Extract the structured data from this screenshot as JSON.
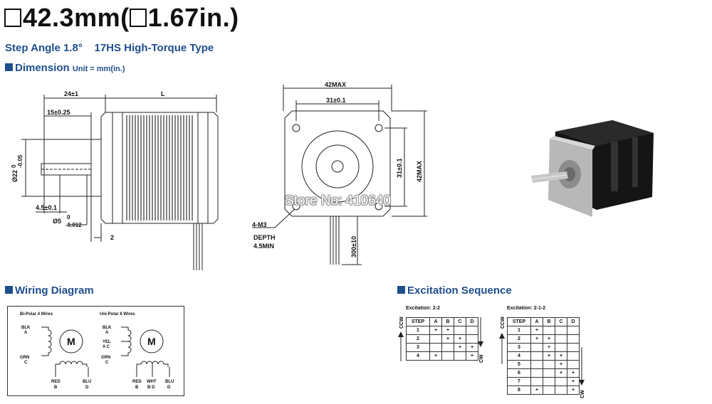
{
  "header": {
    "title": "42.3mm(",
    "title_mid": "1.67in.)",
    "subtitle": "Step Angle 1.8°    17HS High-Torque Type"
  },
  "dimension": {
    "heading": "Dimension",
    "unit": "Unit = mm(in.)",
    "side": {
      "dim_top": "24±1",
      "dim_L": "L",
      "dim_15": "15±0.25",
      "dim_dia22": "Ø22",
      "dim_dia22_tol_upper": "0",
      "dim_dia22_tol_lower": "-0.05",
      "dim_45": "4.5±0.1",
      "dim_dia5": "Ø5",
      "dim_dia5_tol_upper": "0",
      "dim_dia5_tol_lower": "-0.012",
      "dim_2": "2"
    },
    "front": {
      "dim_42max_top": "42MAX",
      "dim_31_top": "31±0.1",
      "dim_31_side": "31±0.1",
      "dim_42max_side": "42MAX",
      "hole_label_1": "4-M3",
      "hole_label_2": "DEPTH",
      "hole_label_3": "4.5MIN",
      "lead_length": "300±10"
    }
  },
  "watermark": "Store No: 410640",
  "wiring": {
    "heading": "Wiring Diagram",
    "bipolar_title": "Bi-Polar 4 Wires",
    "unipolar_title": "Uni-Polar 6 Wires",
    "motor": "M",
    "bipolar": {
      "blk": "BLK",
      "a": "A",
      "grn": "GRN",
      "c": "C",
      "red": "RED",
      "b": "B",
      "blu": "BLU",
      "d": "D"
    },
    "unipolar": {
      "blk": "BLK",
      "a": "A",
      "yel": "YEL",
      "ac": "A C",
      "grn": "GRN",
      "c": "C",
      "red": "RED",
      "b": "B",
      "wht": "WHT",
      "bd": "B D",
      "blu": "BLU",
      "d": "D"
    }
  },
  "excitation": {
    "heading": "Excitation Sequence",
    "ccw": "CCW",
    "cw": "CW",
    "table_22": {
      "label": "Excitation: 2-2",
      "headers": [
        "STEP",
        "A",
        "B",
        "C",
        "D"
      ],
      "rows": [
        [
          "1",
          "+",
          "+",
          "",
          ""
        ],
        [
          "2",
          "",
          "+",
          "+",
          ""
        ],
        [
          "3",
          "",
          "",
          "+",
          "+"
        ],
        [
          "4",
          "+",
          "",
          "",
          "+"
        ]
      ]
    },
    "table_212": {
      "label": "Excitation: 2-1-2",
      "headers": [
        "STEP",
        "A",
        "B",
        "C",
        "D"
      ],
      "rows": [
        [
          "1",
          "+",
          "",
          "",
          ""
        ],
        [
          "2",
          "+",
          "+",
          "",
          ""
        ],
        [
          "3",
          "",
          "+",
          "",
          ""
        ],
        [
          "4",
          "",
          "+",
          "+",
          ""
        ],
        [
          "5",
          "",
          "",
          "+",
          ""
        ],
        [
          "6",
          "",
          "",
          "+",
          "+"
        ],
        [
          "7",
          "",
          "",
          "",
          "+"
        ],
        [
          "8",
          "+",
          "",
          "",
          "+"
        ]
      ]
    }
  }
}
